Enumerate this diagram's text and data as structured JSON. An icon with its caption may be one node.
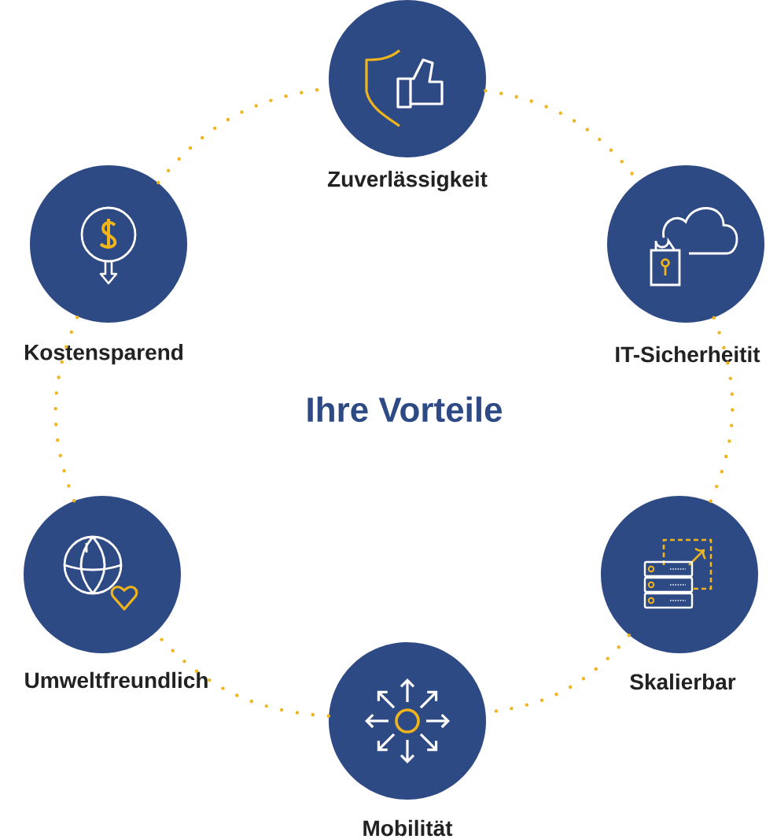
{
  "diagram": {
    "title": "Ihre Vorteile",
    "nodes": [
      {
        "text": [
          "Zuverlässigkeit"
        ]
      },
      {
        "text": [
          "Kostensparend"
        ]
      },
      {
        "text": [
          "IT-Sicherheitit"
        ]
      },
      {
        "text": [
          "Umweltfreundlich"
        ]
      },
      {
        "text": [
          "Skalierbar"
        ]
      },
      {
        "text": [
          "Mobilität"
        ]
      }
    ],
    "edges": [
      {
        "from": 0,
        "to": 2,
        "arrow": "none"
      },
      {
        "from": 2,
        "to": 4,
        "arrow": "none"
      },
      {
        "from": 4,
        "to": 5,
        "arrow": "none"
      },
      {
        "from": 5,
        "to": 3,
        "arrow": "none"
      },
      {
        "from": 3,
        "to": 1,
        "arrow": "none"
      },
      {
        "from": 1,
        "to": 0,
        "arrow": "none"
      }
    ]
  }
}
